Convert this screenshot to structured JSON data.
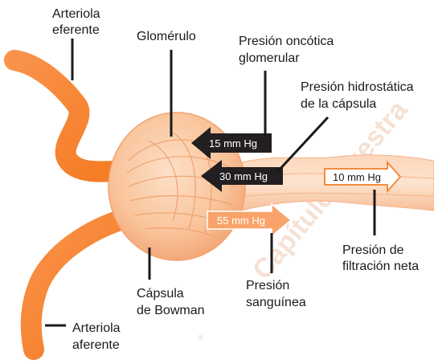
{
  "labels": {
    "efferent_arteriole": [
      "Arteriola",
      "eferente"
    ],
    "glomerulus": "Glomérulo",
    "oncotic_pressure": [
      "Presión oncótica",
      "glomerular"
    ],
    "capsule_hydrostatic_pressure": [
      "Presión hidrostática",
      "de la cápsula"
    ],
    "net_filtration_pressure": [
      "Presión de",
      "filtración neta"
    ],
    "blood_pressure": [
      "Presión",
      "sanguínea"
    ],
    "bowman_capsule": [
      "Cápsula",
      "de Bowman"
    ],
    "afferent_arteriole": [
      "Arteriola",
      "aferente"
    ]
  },
  "pressures": {
    "oncotic": "15 mm Hg",
    "capsule_hydrostatic": "30 mm Hg",
    "blood": "55 mm Hg",
    "net_filtration": "10 mm Hg"
  },
  "watermark": {
    "text": "Capítulo muestra",
    "registered": "®"
  },
  "colors": {
    "vessel": "#f7862f",
    "capsule": "#f9c39a",
    "tubule": "#fbd0b0",
    "dark_arrow": "#231f20",
    "light_arrow": "#f9a36a"
  }
}
